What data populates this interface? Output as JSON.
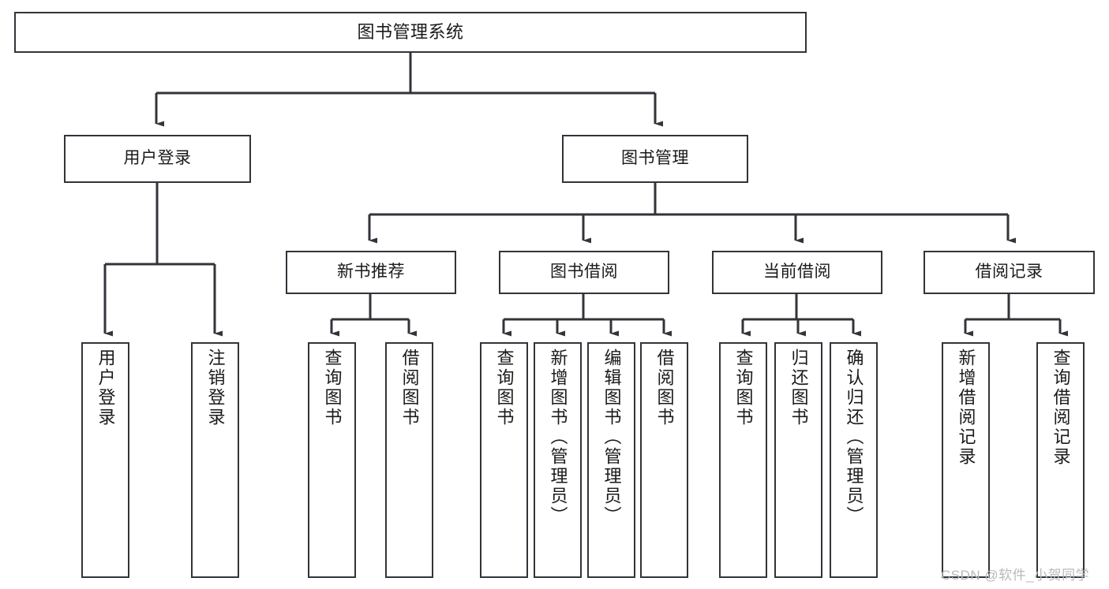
{
  "diagram": {
    "title": "图书管理系统",
    "type": "tree-hierarchy-flowchart",
    "stroke_color": "#33333a",
    "background_color": "#ffffff",
    "text_color": "#1a1a1a",
    "watermark": "CSDN @软件_小贺同学",
    "nodes": {
      "root": {
        "label": "图书管理系统"
      },
      "level2": [
        {
          "id": "user-login",
          "label": "用户登录"
        },
        {
          "id": "book-management",
          "label": "图书管理"
        }
      ],
      "level3": [
        {
          "id": "new-book-recommend",
          "label": "新书推荐"
        },
        {
          "id": "book-borrow",
          "label": "图书借阅"
        },
        {
          "id": "current-borrow",
          "label": "当前借阅"
        },
        {
          "id": "borrow-record",
          "label": "借阅记录"
        }
      ],
      "leaves": {
        "user_login": [
          {
            "id": "leaf-user-login",
            "label": "用户登录"
          },
          {
            "id": "leaf-logout-login",
            "label": "注销登录"
          }
        ],
        "new_book_recommend": [
          {
            "id": "leaf-query-book-1",
            "label": "查询图书"
          },
          {
            "id": "leaf-borrow-book-1",
            "label": "借阅图书"
          }
        ],
        "book_borrow": [
          {
            "id": "leaf-query-book-2",
            "label": "查询图书"
          },
          {
            "id": "leaf-add-book-admin",
            "label": "新增图书（管理员）"
          },
          {
            "id": "leaf-edit-book-admin",
            "label": "编辑图书（管理员）"
          },
          {
            "id": "leaf-borrow-book-2",
            "label": "借阅图书"
          }
        ],
        "current_borrow": [
          {
            "id": "leaf-query-book-3",
            "label": "查询图书"
          },
          {
            "id": "leaf-return-book",
            "label": "归还图书"
          },
          {
            "id": "leaf-confirm-return-admin",
            "label": "确认归还（管理员）"
          }
        ],
        "borrow_record": [
          {
            "id": "leaf-add-borrow-record",
            "label": "新增借阅记录"
          },
          {
            "id": "leaf-query-borrow-record",
            "label": "查询借阅记录"
          }
        ]
      }
    }
  }
}
